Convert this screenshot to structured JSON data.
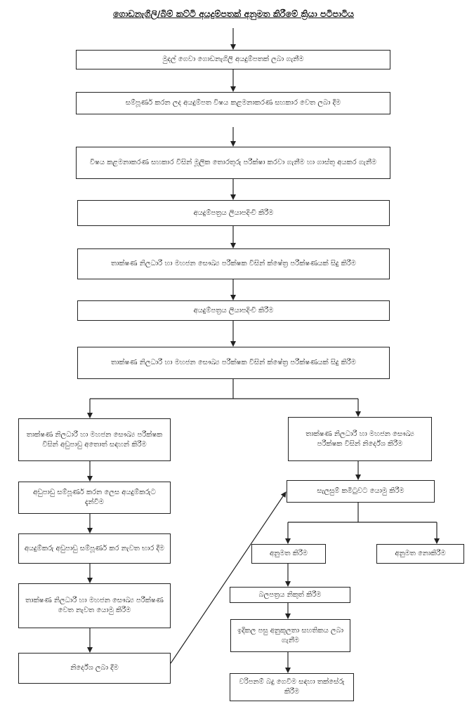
{
  "title": "ගොඩනැගිලි/බිම් කට්ටි අයදුම්පතක් අනුමත කිරීමේ ක්‍රියා පටිපාටිය",
  "steps": [
    "මුදල් ගෙවා ගොඩනැගිලි අයදුම්පතක් ලබා ගැනීම",
    "සම්පූර්ණ කරන ලද අයදුම්පත විෂය කළමනාකරණ සහකාර වෙත ලබා දීම",
    "විෂය කළමනාකරණ සහකාර විසින් මූලික තොරතුරු පරීක්ෂා කරවා ගැනීම හා ගාස්තු අයකර ගැනීම",
    "අයදුම්පත්‍රය ලියාපදිංචි කිරීම",
    "තාක්ෂණ නිලධාරී හා මහජන සෞඛ්‍ය පරීක්ෂක විසින් ක්ෂේත්‍ර පරීක්ෂණයක් සිදු කිරීම",
    "අයදුම්පත්‍රය ලියාපදිංචි කිරීම",
    "තාක්ෂණ නිලධාරී හා මහජන සෞඛ්‍ය පරීක්ෂක විසින් ක්ෂේත්‍ර පරීක්ෂණයක් සිදු කිරීම"
  ],
  "left_branch": [
    "තාක්ෂණ නිලධාරී හා මහජන සෞඛ්‍ය පරීක්ෂක විසින් අඩුපාඩු අතොත් සඳහන් කිරීම",
    "අඩුපාඩු සම්පූර්ණ කරන ලෙස අයදුම්කරුට දැන්වීම",
    "අයදුම්කරු අඩුපාඩු සම්පූර්ණ කර නැවත භාර දීම",
    "තාක්ෂණ නිලධාරී හා මහජන සෞඛ්‍ය පරීක්ෂණ වෙත නැවත යොමු කිරීම",
    "නිර්දේශ ලබා දීම"
  ],
  "right_branch": {
    "recommend": "තාක්ෂණ නිලධාරී හා මහජන සෞඛ්‍ය පරීක්ෂක විසින් නිර්දේශ කිරීම",
    "committee": "සැලසුම් කමිටුවට යොමු කිරීම",
    "approve": "අනුමත කිරීම",
    "reject": "අනුමත නොකිරීම",
    "permit": "බලපත්‍රය නිකුත් කිරීම",
    "conformity": "ඉදිකල පසු අනුකූලතා සහතිකය ලබා ගැනීම",
    "tax": "වරිපනම් බදු ගෙවීම සඳහා තක්සේරු කිරීම"
  }
}
